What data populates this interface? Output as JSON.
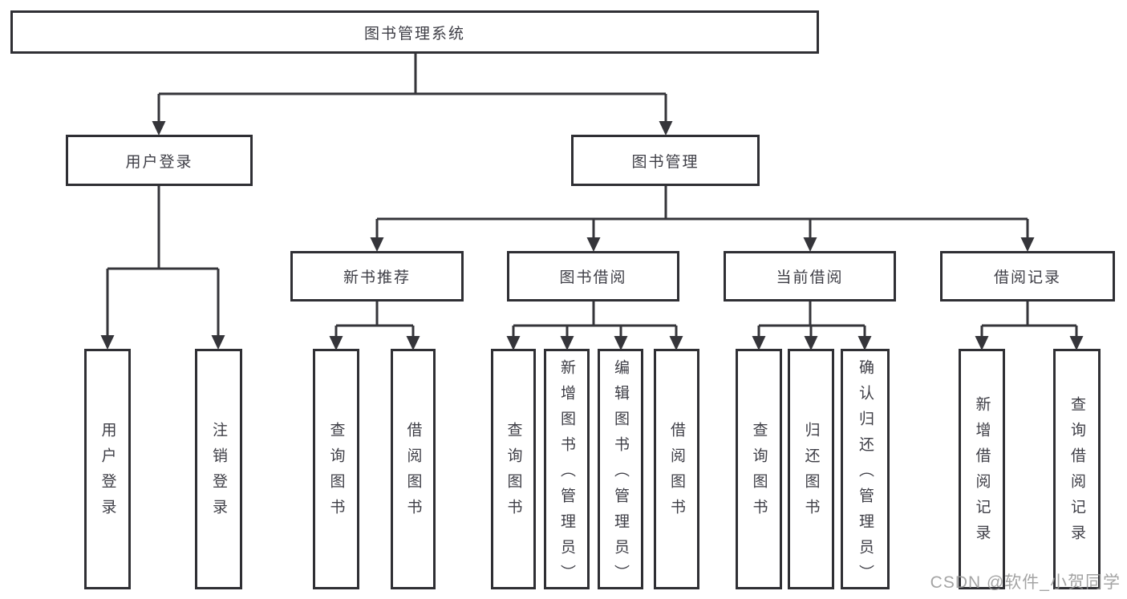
{
  "diagram": {
    "root": {
      "label": "图书管理系统"
    },
    "branches": [
      {
        "label": "用户登录",
        "children_labels": [
          "用户登录",
          "注销登录"
        ]
      },
      {
        "label": "图书管理",
        "sub_branches": [
          {
            "label": "新书推荐",
            "children_labels": [
              "查询图书",
              "借阅图书"
            ]
          },
          {
            "label": "图书借阅",
            "children_labels": [
              "查询图书",
              "新增图书（管理员）",
              "编辑图书（管理员）",
              "借阅图书"
            ]
          },
          {
            "label": "当前借阅",
            "children_labels": [
              "查询图书",
              "归还图书",
              "确认归还（管理员）"
            ]
          },
          {
            "label": "借阅记录",
            "children_labels": [
              "新增借阅记录",
              "查询借阅记录"
            ]
          }
        ]
      }
    ]
  },
  "colors": {
    "line": "#35353a",
    "box_border": "#2f2f34",
    "text": "#3e3e46",
    "watermark": "#949494"
  },
  "watermark": {
    "text": "CSDN @软件_小贺同学"
  }
}
